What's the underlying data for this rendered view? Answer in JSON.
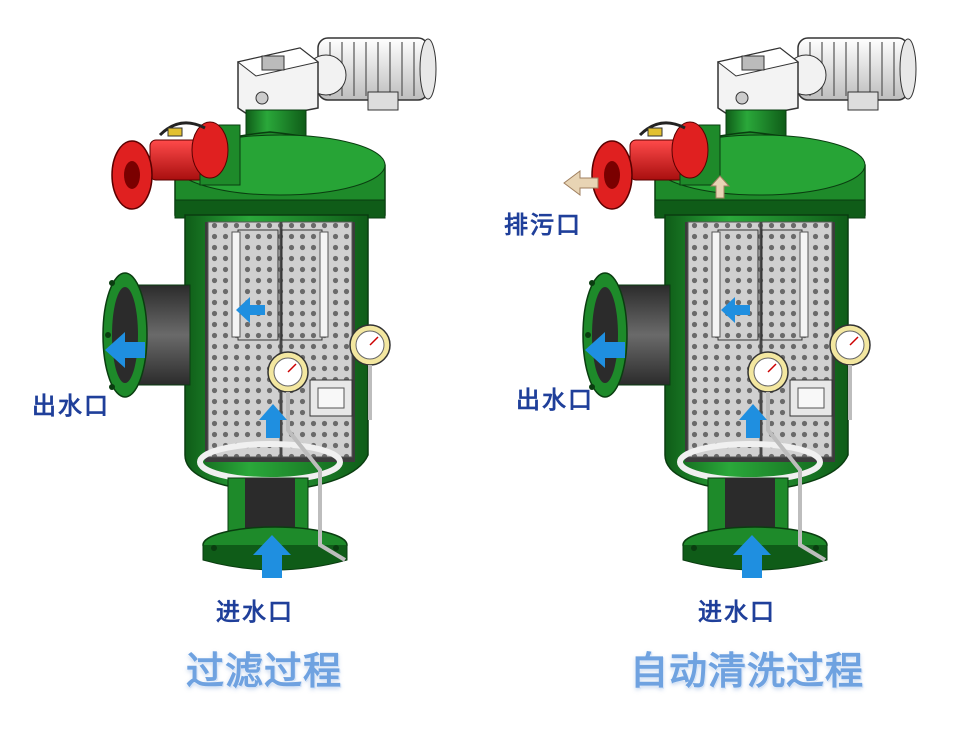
{
  "left_panel": {
    "outlet_label": "出水口",
    "inlet_label": "进水口",
    "title": "过滤过程"
  },
  "right_panel": {
    "drain_label": "排污口",
    "outlet_label": "出水口",
    "inlet_label": "进水口",
    "title": "自动清洗过程"
  },
  "colors": {
    "body_green": "#1e8a2a",
    "dark_green": "#0f5c18",
    "valve_red": "#d81e1e",
    "screen_gray": "#c8c8c8",
    "label_blue": "#1f3f9a",
    "title_blue": "#6fa2e0",
    "arrow_blue": "#1f8fe0"
  }
}
